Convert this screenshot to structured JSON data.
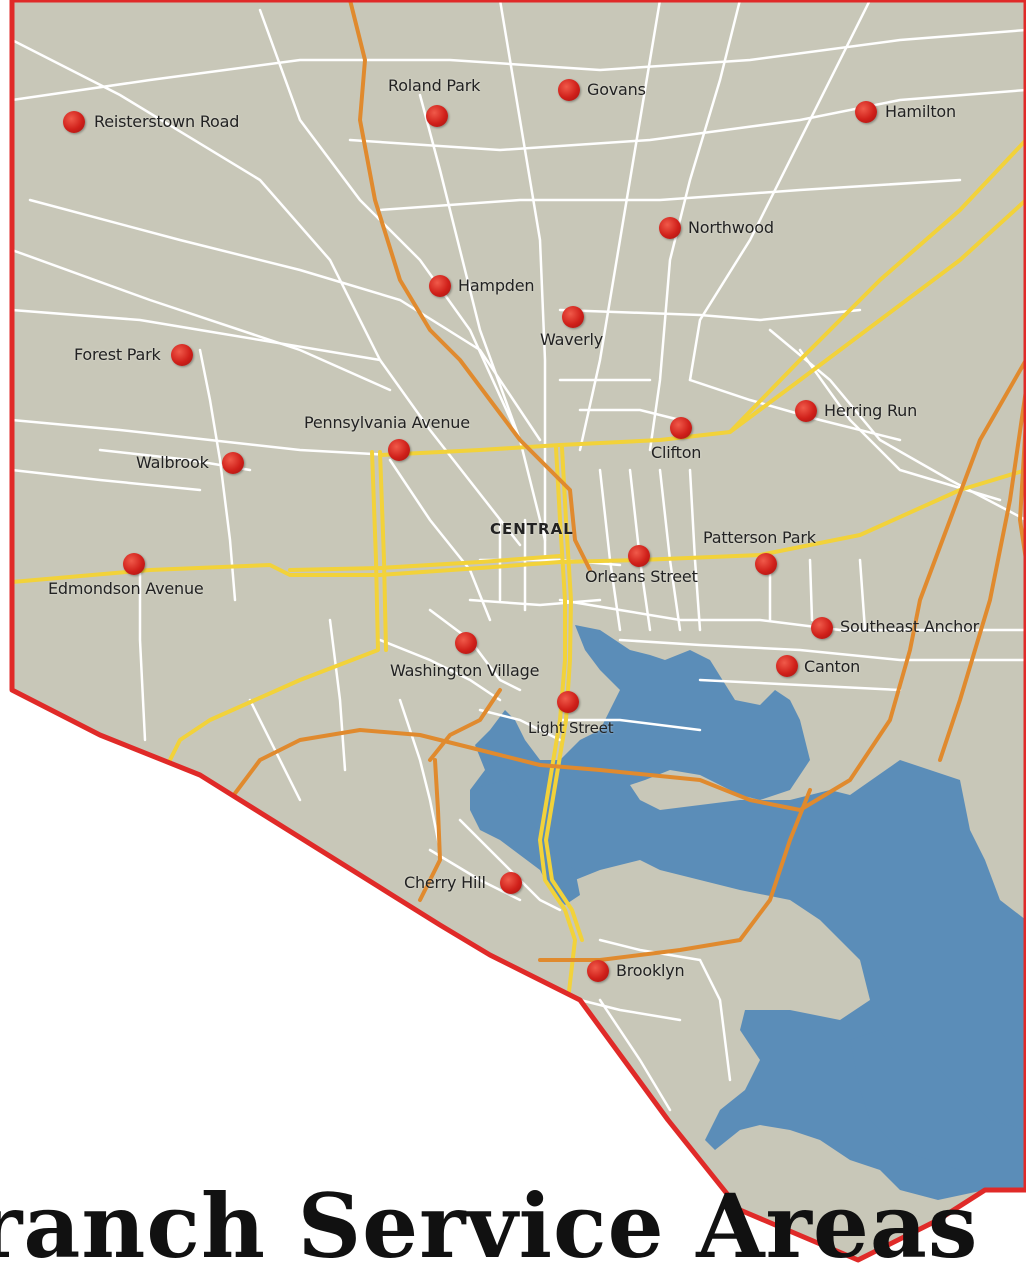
{
  "footer": {
    "title": "ranch Service Areas"
  },
  "colors": {
    "land": "#c8c7b8",
    "water": "#5b8db8",
    "roads": "#ffffff",
    "highway_yellow": "#f2d23a",
    "highway_orange": "#e08a2e",
    "boundary": "#e02a28",
    "marker": "#d0201a"
  },
  "map": {
    "central_label": "CENTRAL",
    "branches": [
      {
        "id": "reisterstown-road",
        "label": "Reisterstown Road"
      },
      {
        "id": "roland-park",
        "label": "Roland Park"
      },
      {
        "id": "govans",
        "label": "Govans"
      },
      {
        "id": "hamilton",
        "label": "Hamilton"
      },
      {
        "id": "northwood",
        "label": "Northwood"
      },
      {
        "id": "hampden",
        "label": "Hampden"
      },
      {
        "id": "waverly",
        "label": "Waverly"
      },
      {
        "id": "forest-park",
        "label": "Forest Park"
      },
      {
        "id": "herring-run",
        "label": "Herring Run"
      },
      {
        "id": "pennsylvania-avenue",
        "label": "Pennsylvania Avenue"
      },
      {
        "id": "clifton",
        "label": "Clifton"
      },
      {
        "id": "walbrook",
        "label": "Walbrook"
      },
      {
        "id": "patterson-park",
        "label": "Patterson Park"
      },
      {
        "id": "edmondson-avenue",
        "label": "Edmondson Avenue"
      },
      {
        "id": "orleans-street",
        "label": "Orleans Street"
      },
      {
        "id": "southeast-anchor",
        "label": "Southeast Anchor"
      },
      {
        "id": "canton",
        "label": "Canton"
      },
      {
        "id": "washington-village",
        "label": "Washington Village"
      },
      {
        "id": "light-street",
        "label": "Light Street"
      },
      {
        "id": "cherry-hill",
        "label": "Cherry Hill"
      },
      {
        "id": "brooklyn",
        "label": "Brooklyn"
      }
    ]
  }
}
